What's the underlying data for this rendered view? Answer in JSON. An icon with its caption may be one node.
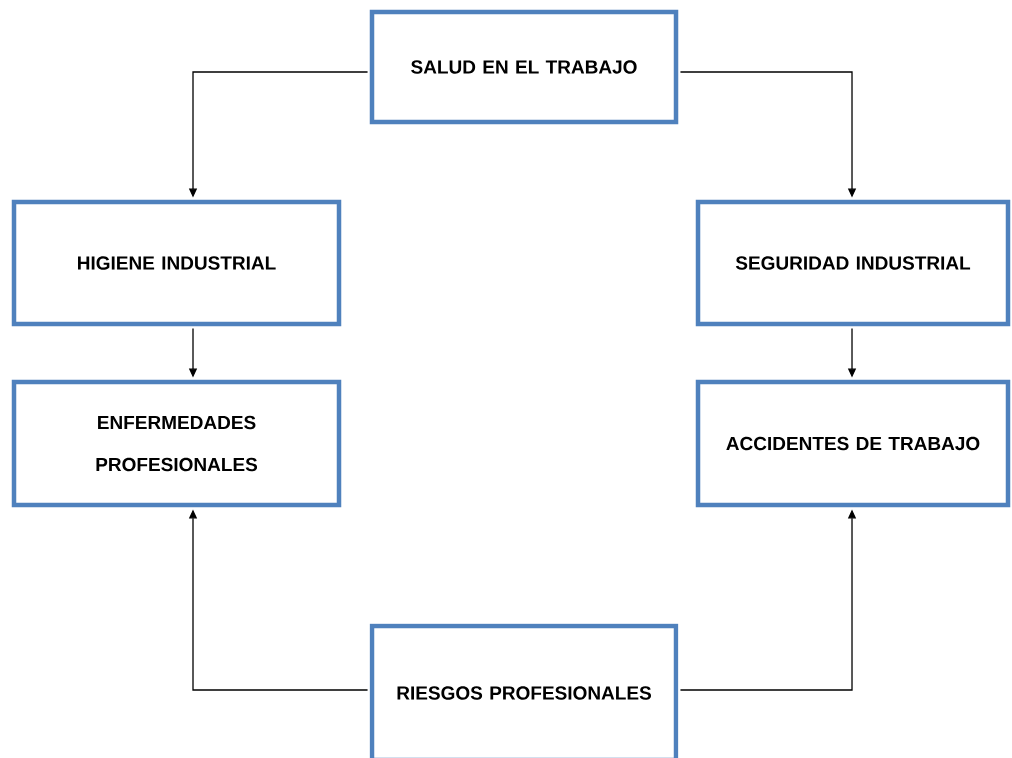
{
  "diagram": {
    "nodes": [
      {
        "text": [
          "SALUD EN EL TRABAJO"
        ]
      },
      {
        "text": [
          "HIGIENE INDUSTRIAL"
        ]
      },
      {
        "text": [
          "SEGURIDAD INDUSTRIAL"
        ]
      },
      {
        "text": [
          "ENFERMEDADES PROFESIONALES"
        ]
      },
      {
        "text": [
          "ACCIDENTES DE TRABAJO"
        ]
      },
      {
        "text": [
          "RIESGOS PROFESIONALES"
        ]
      }
    ],
    "edges": [
      {
        "from": 0,
        "to": 1,
        "arrow": "to"
      },
      {
        "from": 0,
        "to": 2,
        "arrow": "to"
      },
      {
        "from": 1,
        "to": 3,
        "arrow": "to"
      },
      {
        "from": 2,
        "to": 4,
        "arrow": "to"
      },
      {
        "from": 5,
        "to": 3,
        "arrow": "to"
      },
      {
        "from": 5,
        "to": 4,
        "arrow": "to"
      }
    ]
  }
}
